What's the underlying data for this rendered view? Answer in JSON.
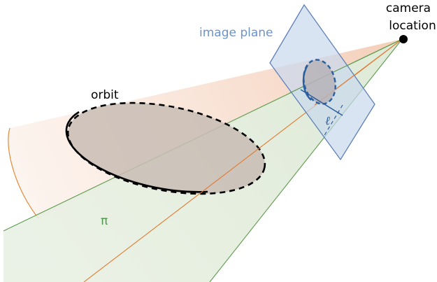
{
  "labels": {
    "camera_line1": "camera",
    "camera_line2": "location",
    "image_plane": "image plane",
    "orbit": "orbit",
    "ell": "ℓ",
    "pi": "π"
  },
  "colors": {
    "cone_fill": "#f6dccc",
    "orbit_fill": "#cbbfb7",
    "plane_pi_fill": "#d9e6d2",
    "plane_pi_line": "#5e9b4f",
    "axis_line": "#e07a30",
    "image_plane_fill": "#c9d8ee",
    "image_plane_edge": "#5f80b8",
    "projection_ellipse": "#2b5f9e",
    "camera_dot": "#000000",
    "image_plane_label": "#6c93c9",
    "pi_label": "#4a9a4a"
  }
}
